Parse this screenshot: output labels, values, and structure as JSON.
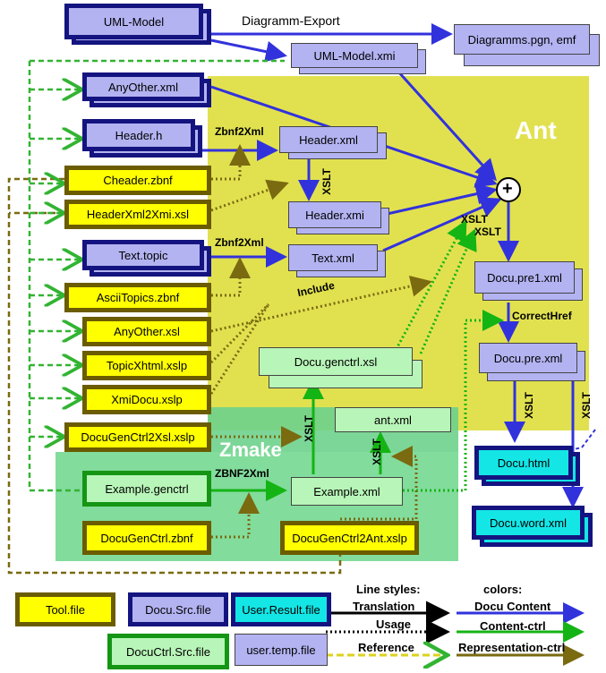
{
  "regions": {
    "ant_label": "Ant",
    "zmake_label": "Zmake"
  },
  "source_files": {
    "uml_model": "UML-Model",
    "any_other_xml": "AnyOther.xml",
    "header_h": "Header.h",
    "text_topic": "Text.topic"
  },
  "tool_files": {
    "cheader_zbnf": "Cheader.zbnf",
    "headerxml2xmi": "HeaderXml2Xmi.xsl",
    "asciitopics": "AsciiTopics.zbnf",
    "anyother_xsl": "AnyOther.xsl",
    "topicxhtml": "TopicXhtml.xslp",
    "xmidocu": "XmiDocu.xslp",
    "docugenctrl2xsl": "DocuGenCtrl2Xsl.xslp",
    "docugenctrl_zbnf": "DocuGenCtrl.zbnf",
    "docugenctrl2ant": "DocuGenCtrl2Ant.xslp"
  },
  "ctrl_files": {
    "example_genctrl": "Example.genctrl"
  },
  "temp_files": {
    "uml_model_xmi": "UML-Model.xmi",
    "diagrams": "Diagramms.pgn, emf",
    "header_xml": "Header.xml",
    "header_xmi": "Header.xmi",
    "text_xml": "Text.xml",
    "docu_pre1": "Docu.pre1.xml",
    "docu_pre": "Docu.pre.xml",
    "docu_genctrl_xsl": "Docu.genctrl.xsl",
    "ant_xml": "ant.xml",
    "example_xml": "Example.xml"
  },
  "result_files": {
    "docu_html": "Docu.html",
    "docu_word": "Docu.word.xml"
  },
  "edge_labels": {
    "diagramm_export": "Diagramm-Export",
    "zbnf2xml_1": "Zbnf2Xml",
    "zbnf2xml_2": "Zbnf2Xml",
    "xslt_header": "XSLT",
    "xslt_mid1": "XSLT",
    "xslt_mid2": "XSLT",
    "include": "Include",
    "correcthref": "CorrectHref",
    "xslt_html": "XSLT",
    "xslt_word": "XSLT",
    "xslt_zmake": "XSLT",
    "xslt_ant": "XSLT",
    "zbnf2xml_caps": "ZBNF2Xml",
    "plus_symbol": "+"
  },
  "legend": {
    "tool_file": "Tool.file",
    "docu_src_file": "Docu.Src.file",
    "user_result_file": "User.Result.file",
    "docuctrl_src_file": "DocuCtrl.Src.file",
    "user_temp_file": "user.temp.file",
    "line_styles_title": "Line styles:",
    "translation": "Translation",
    "usage": "Usage",
    "reference": "Reference",
    "colors_title": "colors:",
    "docu_content": "Docu Content",
    "content_ctrl": "Content-ctrl",
    "representation_ctrl": "Representation-ctrl"
  },
  "colors": {
    "docu_content": "#3232dc",
    "content_ctrl": "#14b414",
    "representation_ctrl": "#7a6a10",
    "reference_green": "#32b432",
    "ant_region": "#e1e150",
    "zmake_region": "#6ed28c"
  }
}
